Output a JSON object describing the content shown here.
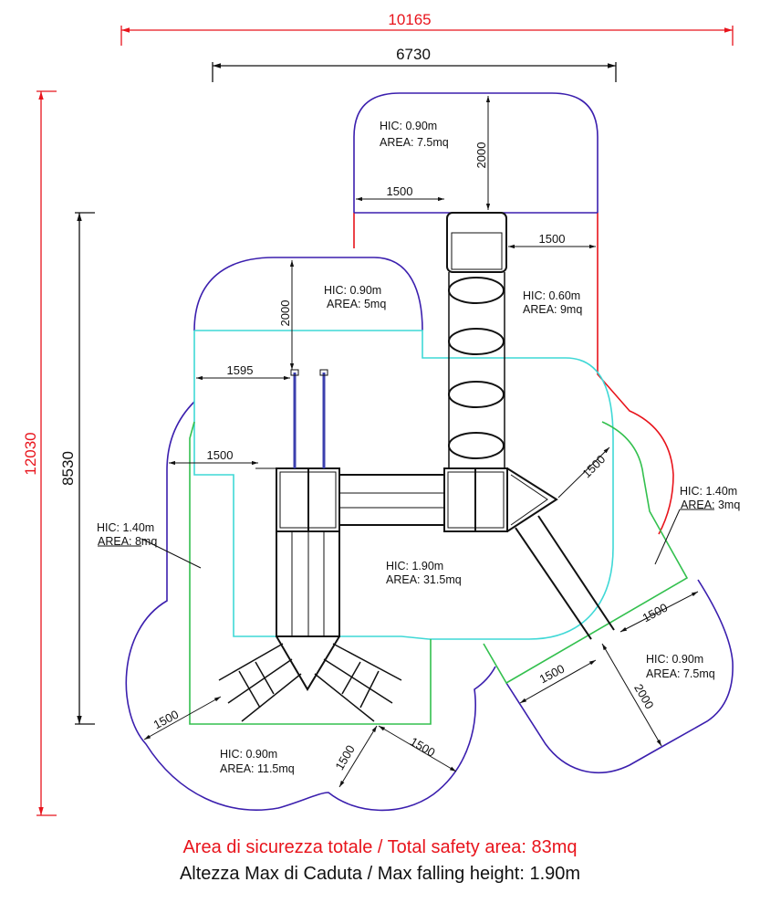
{
  "dimensions": {
    "overall_width": "10165",
    "structure_width": "6730",
    "overall_height": "12030",
    "structure_height": "8530"
  },
  "zones": [
    {
      "hic": "HIC: 0.90m",
      "area": "AREA: 7.5mq"
    },
    {
      "hic": "HIC: 0.90m",
      "area": "AREA: 5mq"
    },
    {
      "hic": "HIC: 0.60m",
      "area": "AREA: 9mq"
    },
    {
      "hic": "HIC: 1.40m",
      "area": "AREA: 8mq"
    },
    {
      "hic": "HIC: 1.90m",
      "area": "AREA: 31.5mq"
    },
    {
      "hic": "HIC: 1.40m",
      "area": "AREA: 3mq"
    },
    {
      "hic": "HIC: 0.90m",
      "area": "AREA: 7.5mq"
    },
    {
      "hic": "HIC: 0.90m",
      "area": "AREA: 11.5mq"
    }
  ],
  "clearances": {
    "top_2000": "2000",
    "top_1500_left": "1500",
    "top_1500_right": "1500",
    "left_2000": "2000",
    "left_1595": "1595",
    "left_1500": "1500",
    "right_1500": "1500",
    "slide_1500_a": "1500",
    "slide_1500_b": "1500",
    "slide_2000": "2000",
    "bottom_1500_left": "1500",
    "bottom_1500_mid": "1500",
    "bottom_1500_right": "1500"
  },
  "footer": {
    "total_area": "Area di sicurezza totale / Total safety area: 83mq",
    "max_height": "Altezza Max di Caduta / Max falling height: 1.90m"
  },
  "colors": {
    "red": "#e8141c",
    "purple": "#3b1fae",
    "cyan": "#3fd8d6",
    "green": "#33c04e"
  }
}
